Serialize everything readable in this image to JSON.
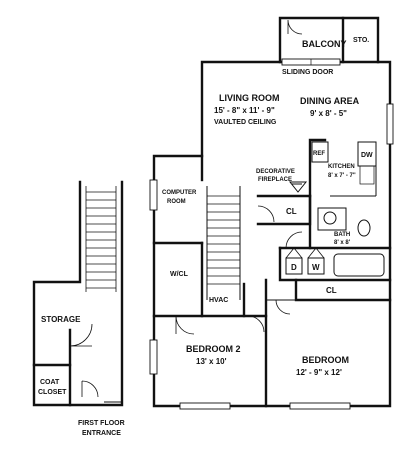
{
  "rooms": {
    "balcony": "BALCONY",
    "storage_balcony": "STO.",
    "sliding_door": "SLIDING DOOR",
    "living_room": {
      "name": "LIVING ROOM",
      "size": "15' - 8\" x 11' - 9\"",
      "note": "VAULTED CEILING"
    },
    "dining_area": {
      "name": "DINING AREA",
      "size": "9' x 8' - 5\""
    },
    "kitchen": {
      "name": "KITCHEN",
      "size": "8' x 7' - 7\""
    },
    "ref": "REF",
    "dw": "DW",
    "fireplace": {
      "line1": "DECORATIVE",
      "line2": "FIREPLACE"
    },
    "computer_room": {
      "line1": "COMPUTER",
      "line2": "ROOM"
    },
    "hall_closet": "CL",
    "bath": {
      "name": "BATH",
      "size": "8' x 8'"
    },
    "dryer": "D",
    "washer": "W",
    "linen_closet": "CL",
    "walk_in_closet": "W/CL",
    "hvac": "HVAC",
    "bedroom2": {
      "name": "BEDROOM 2",
      "size": "13' x 10'"
    },
    "bedroom": {
      "name": "BEDROOM",
      "size": "12' - 9\" x 12'"
    },
    "storage": "STORAGE",
    "coat_closet": {
      "line1": "COAT",
      "line2": "CLOSET"
    },
    "entrance": {
      "line1": "FIRST FLOOR",
      "line2": "ENTRANCE"
    }
  }
}
